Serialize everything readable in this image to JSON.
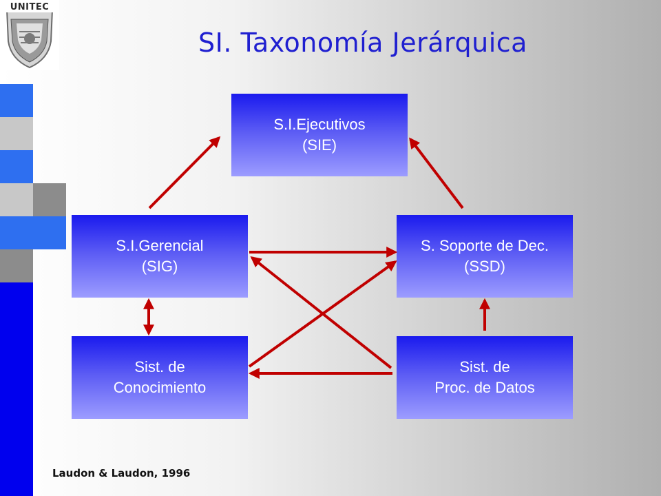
{
  "logo": {
    "text": "UNITEC"
  },
  "slide": {
    "title": "SI.  Taxonomía Jerárquica"
  },
  "nodes": {
    "sie": {
      "line1": "S.I.Ejecutivos",
      "line2": "(SIE)"
    },
    "sig": {
      "line1": "S.I.Gerencial",
      "line2": "(SIG)"
    },
    "ssd": {
      "line1": "S. Soporte de Dec.",
      "line2": "(SSD)"
    },
    "conocimiento": {
      "line1": "Sist. de",
      "line2": "Conocimiento"
    },
    "datos": {
      "line1": "Sist. de",
      "line2": "Proc. de Datos"
    }
  },
  "citation": "Laudon & Laudon, 1996",
  "colors": {
    "arrow": "#c00000",
    "title": "#1f1fd0",
    "node_top": "#1a1aee",
    "node_bottom": "#9c9cff",
    "deco_blue": "#2e6ff0",
    "deco_gray": "#8c8c8c",
    "deco_light": "#c8c8c8",
    "deco_dark_blue": "#0000ee"
  }
}
